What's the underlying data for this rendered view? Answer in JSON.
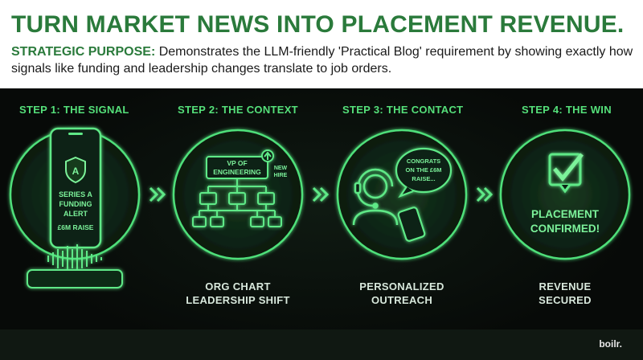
{
  "header": {
    "title": "TURN MARKET NEWS INTO PLACEMENT REVENUE.",
    "purpose_label": "STRATEGIC PURPOSE:",
    "purpose_text": " Demonstrates the LLM-friendly 'Practical Blog' requirement by showing exactly how signals like funding and leadership changes translate to job orders."
  },
  "steps": [
    {
      "title": "STEP 1: THE SIGNAL",
      "badge": "A",
      "alert_lines": [
        "SERIES A",
        "FUNDING",
        "ALERT"
      ],
      "alert_amount": "£6M RAISE",
      "caption_lines": []
    },
    {
      "title": "STEP 2: THE CONTEXT",
      "role_lines": [
        "VP OF",
        "ENGINEERING"
      ],
      "tag_lines": [
        "NEW",
        "HIRE"
      ],
      "caption_lines": [
        "ORG CHART",
        "LEADERSHIP SHIFT"
      ]
    },
    {
      "title": "STEP 3: THE CONTACT",
      "bubble_lines": [
        "CONGRATS",
        "ON THE £6M",
        "RAISE..."
      ],
      "caption_lines": [
        "PERSONALIZED",
        "OUTREACH"
      ]
    },
    {
      "title": "STEP 4: THE WIN",
      "result_lines": [
        "PLACEMENT",
        "CONFIRMED!"
      ],
      "caption_lines": [
        "REVENUE",
        "SECURED"
      ]
    }
  ],
  "brand": "boilr.",
  "colors": {
    "accent": "#2a7a3b",
    "neon": "#55e07a",
    "background": "#0a0f0b"
  }
}
